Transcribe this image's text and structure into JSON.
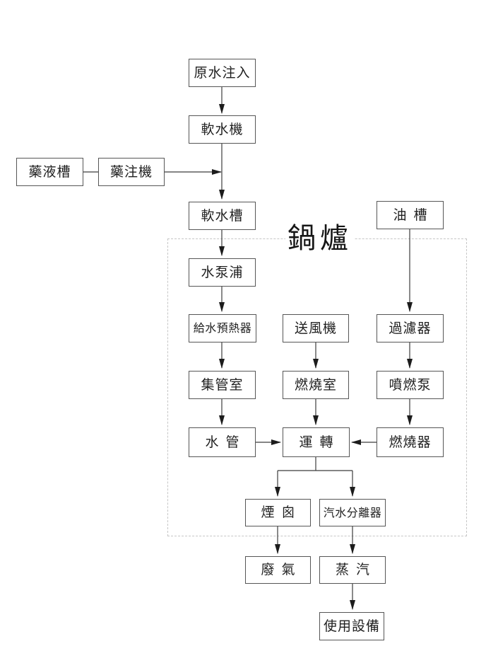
{
  "diagram": {
    "boiler_label": "鍋爐",
    "colors": {
      "background": "#ffffff",
      "box_border": "#565656",
      "line": "#3c3c3c",
      "arrowhead": "#1c1c1c",
      "dashed_border": "#c6c6c6",
      "text": "#1f1f1f"
    },
    "nodes": {
      "raw_water_inlet": {
        "label": "原水注入"
      },
      "water_softener": {
        "label": "軟水機"
      },
      "chemical_tank": {
        "label": "藥液槽"
      },
      "chemical_injector": {
        "label": "藥注機"
      },
      "soft_water_tank": {
        "label": "軟水槽"
      },
      "water_pump": {
        "label": "水泵浦"
      },
      "feedwater_preheater": {
        "label": "給水預熱器"
      },
      "header_room": {
        "label": "集管室"
      },
      "water_tubes": {
        "label": "水管"
      },
      "blower": {
        "label": "送風機"
      },
      "combustion_chamber": {
        "label": "燃燒室"
      },
      "operation": {
        "label": "運轉"
      },
      "oil_tank": {
        "label": "油槽"
      },
      "oil_filter": {
        "label": "過濾器"
      },
      "burner_pump": {
        "label": "噴燃泵"
      },
      "burner": {
        "label": "燃燒器"
      },
      "chimney": {
        "label": "煙囪"
      },
      "steam_water_separator": {
        "label": "汽水分離器"
      },
      "exhaust_gas": {
        "label": "廢氣"
      },
      "steam": {
        "label": "蒸汽"
      },
      "consuming_equipment": {
        "label": "使用設備"
      }
    },
    "edges": [
      {
        "from": "raw_water_inlet",
        "to": "water_softener",
        "arrowhead": true
      },
      {
        "from": "water_softener",
        "to": "soft_water_tank",
        "arrowhead": true
      },
      {
        "from": "chemical_tank",
        "to": "chemical_injector",
        "arrowhead": false
      },
      {
        "from": "chemical_injector",
        "to": "soft_water_tank",
        "arrowhead": true,
        "joins": "water_softener-soft_water_tank line"
      },
      {
        "from": "soft_water_tank",
        "to": "water_pump",
        "arrowhead": true
      },
      {
        "from": "water_pump",
        "to": "feedwater_preheater",
        "arrowhead": true
      },
      {
        "from": "feedwater_preheater",
        "to": "header_room",
        "arrowhead": true
      },
      {
        "from": "header_room",
        "to": "water_tubes",
        "arrowhead": true
      },
      {
        "from": "blower",
        "to": "combustion_chamber",
        "arrowhead": true
      },
      {
        "from": "combustion_chamber",
        "to": "operation",
        "arrowhead": true
      },
      {
        "from": "oil_tank",
        "to": "oil_filter",
        "arrowhead": true
      },
      {
        "from": "oil_filter",
        "to": "burner_pump",
        "arrowhead": true
      },
      {
        "from": "burner_pump",
        "to": "burner",
        "arrowhead": true
      },
      {
        "from": "water_tubes",
        "to": "operation",
        "arrowhead": true
      },
      {
        "from": "burner",
        "to": "operation",
        "arrowhead": true
      },
      {
        "from": "operation",
        "to": "chimney",
        "arrowhead": true
      },
      {
        "from": "operation",
        "to": "steam_water_separator",
        "arrowhead": true
      },
      {
        "from": "chimney",
        "to": "exhaust_gas",
        "arrowhead": true
      },
      {
        "from": "steam_water_separator",
        "to": "steam",
        "arrowhead": true
      },
      {
        "from": "steam",
        "to": "consuming_equipment",
        "arrowhead": true
      }
    ]
  }
}
